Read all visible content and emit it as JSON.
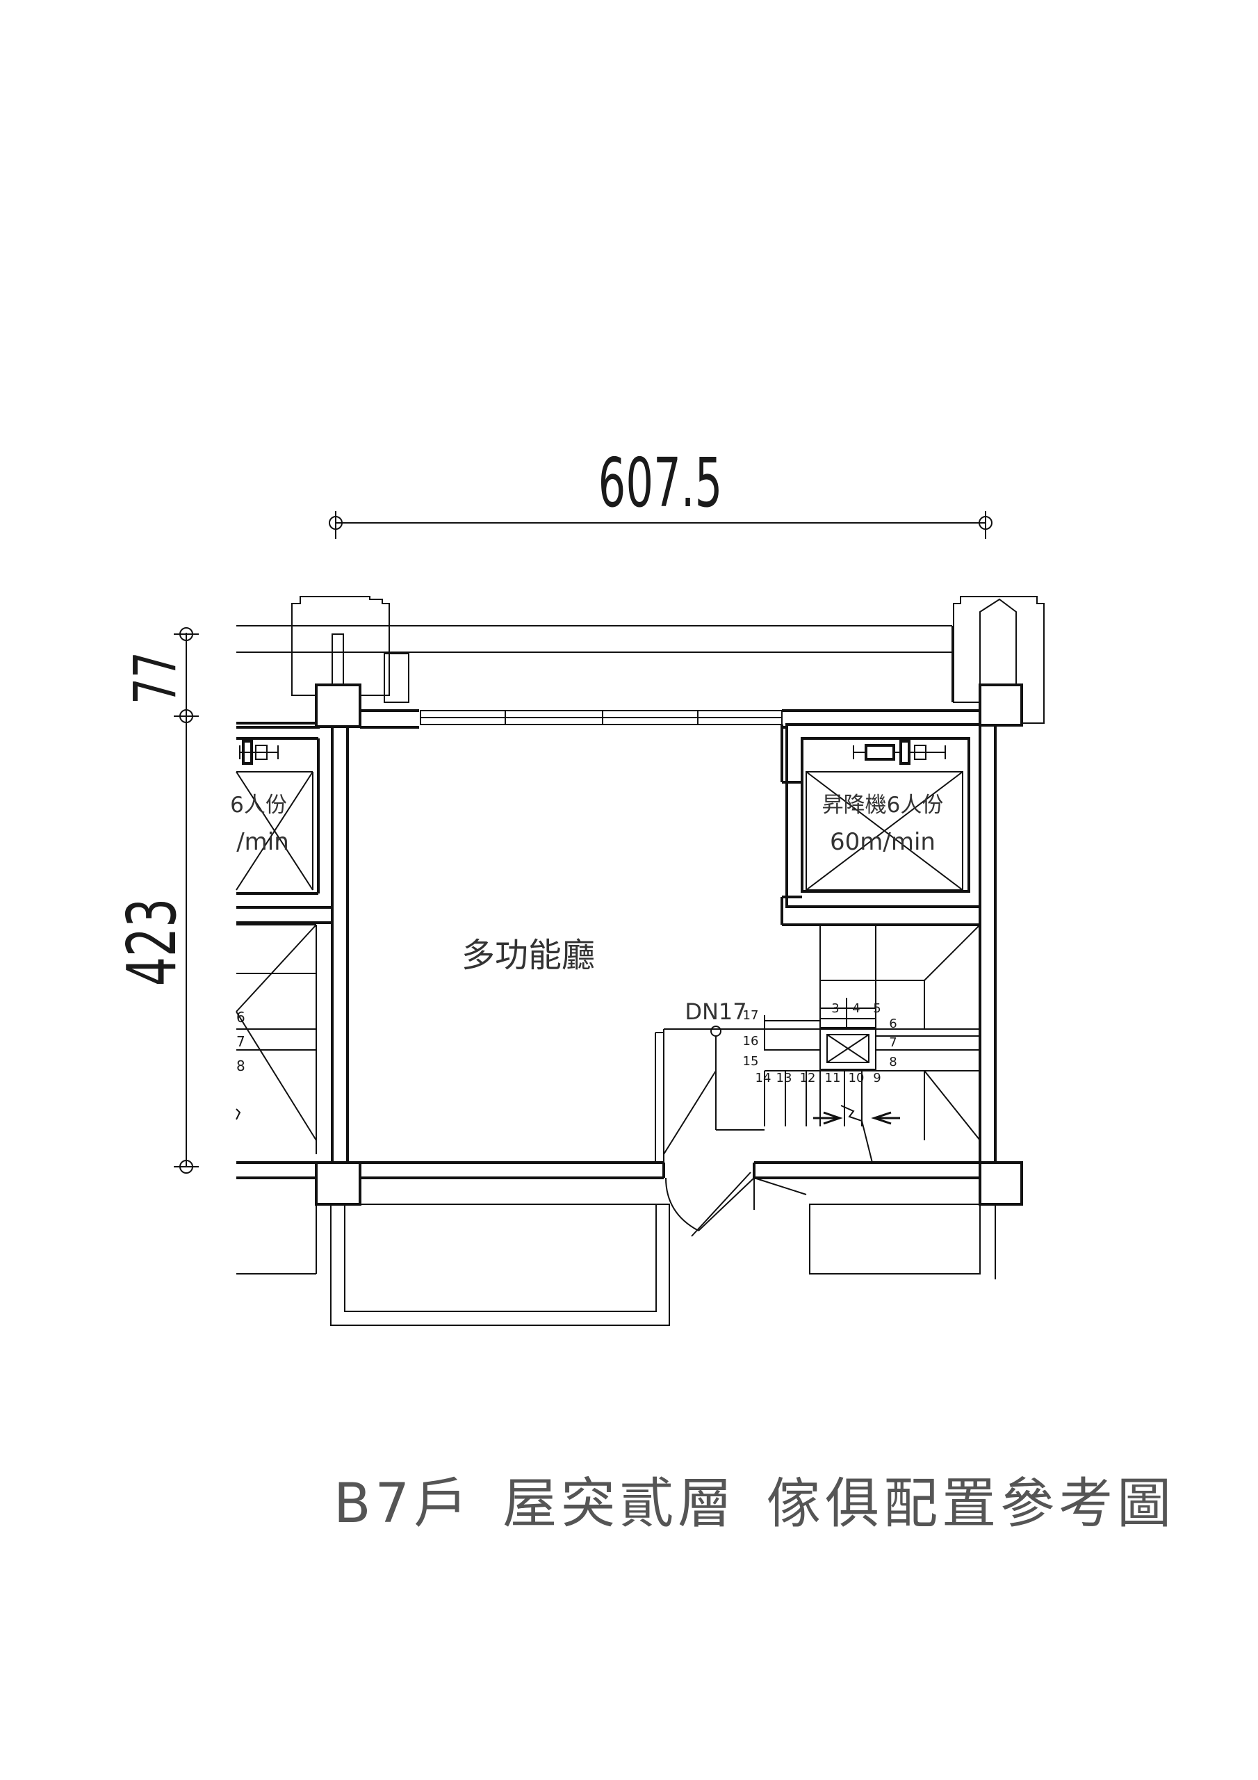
{
  "dimensions": {
    "width_label": "607.5",
    "height_top_label": "77",
    "height_main_label": "423"
  },
  "rooms": {
    "main_hall": "多功能廳"
  },
  "elevator_right": {
    "line1": "昇降機6人份",
    "line2": "60m/min"
  },
  "elevator_left": {
    "line1": "6人份",
    "line2": "/min"
  },
  "stair": {
    "dn_label": "DN17",
    "steps_top": [
      "3",
      "4",
      "5"
    ],
    "steps_right": [
      "6",
      "7",
      "8"
    ],
    "steps_left": [
      "17",
      "16",
      "15"
    ],
    "steps_bottom": [
      "14",
      "13",
      "12",
      "11",
      "10",
      "9"
    ],
    "left_stair_steps": [
      "6",
      "7",
      "8"
    ]
  },
  "caption": {
    "unit": "B7戶",
    "floor": "屋突貳層",
    "title": "傢俱配置參考圖"
  }
}
